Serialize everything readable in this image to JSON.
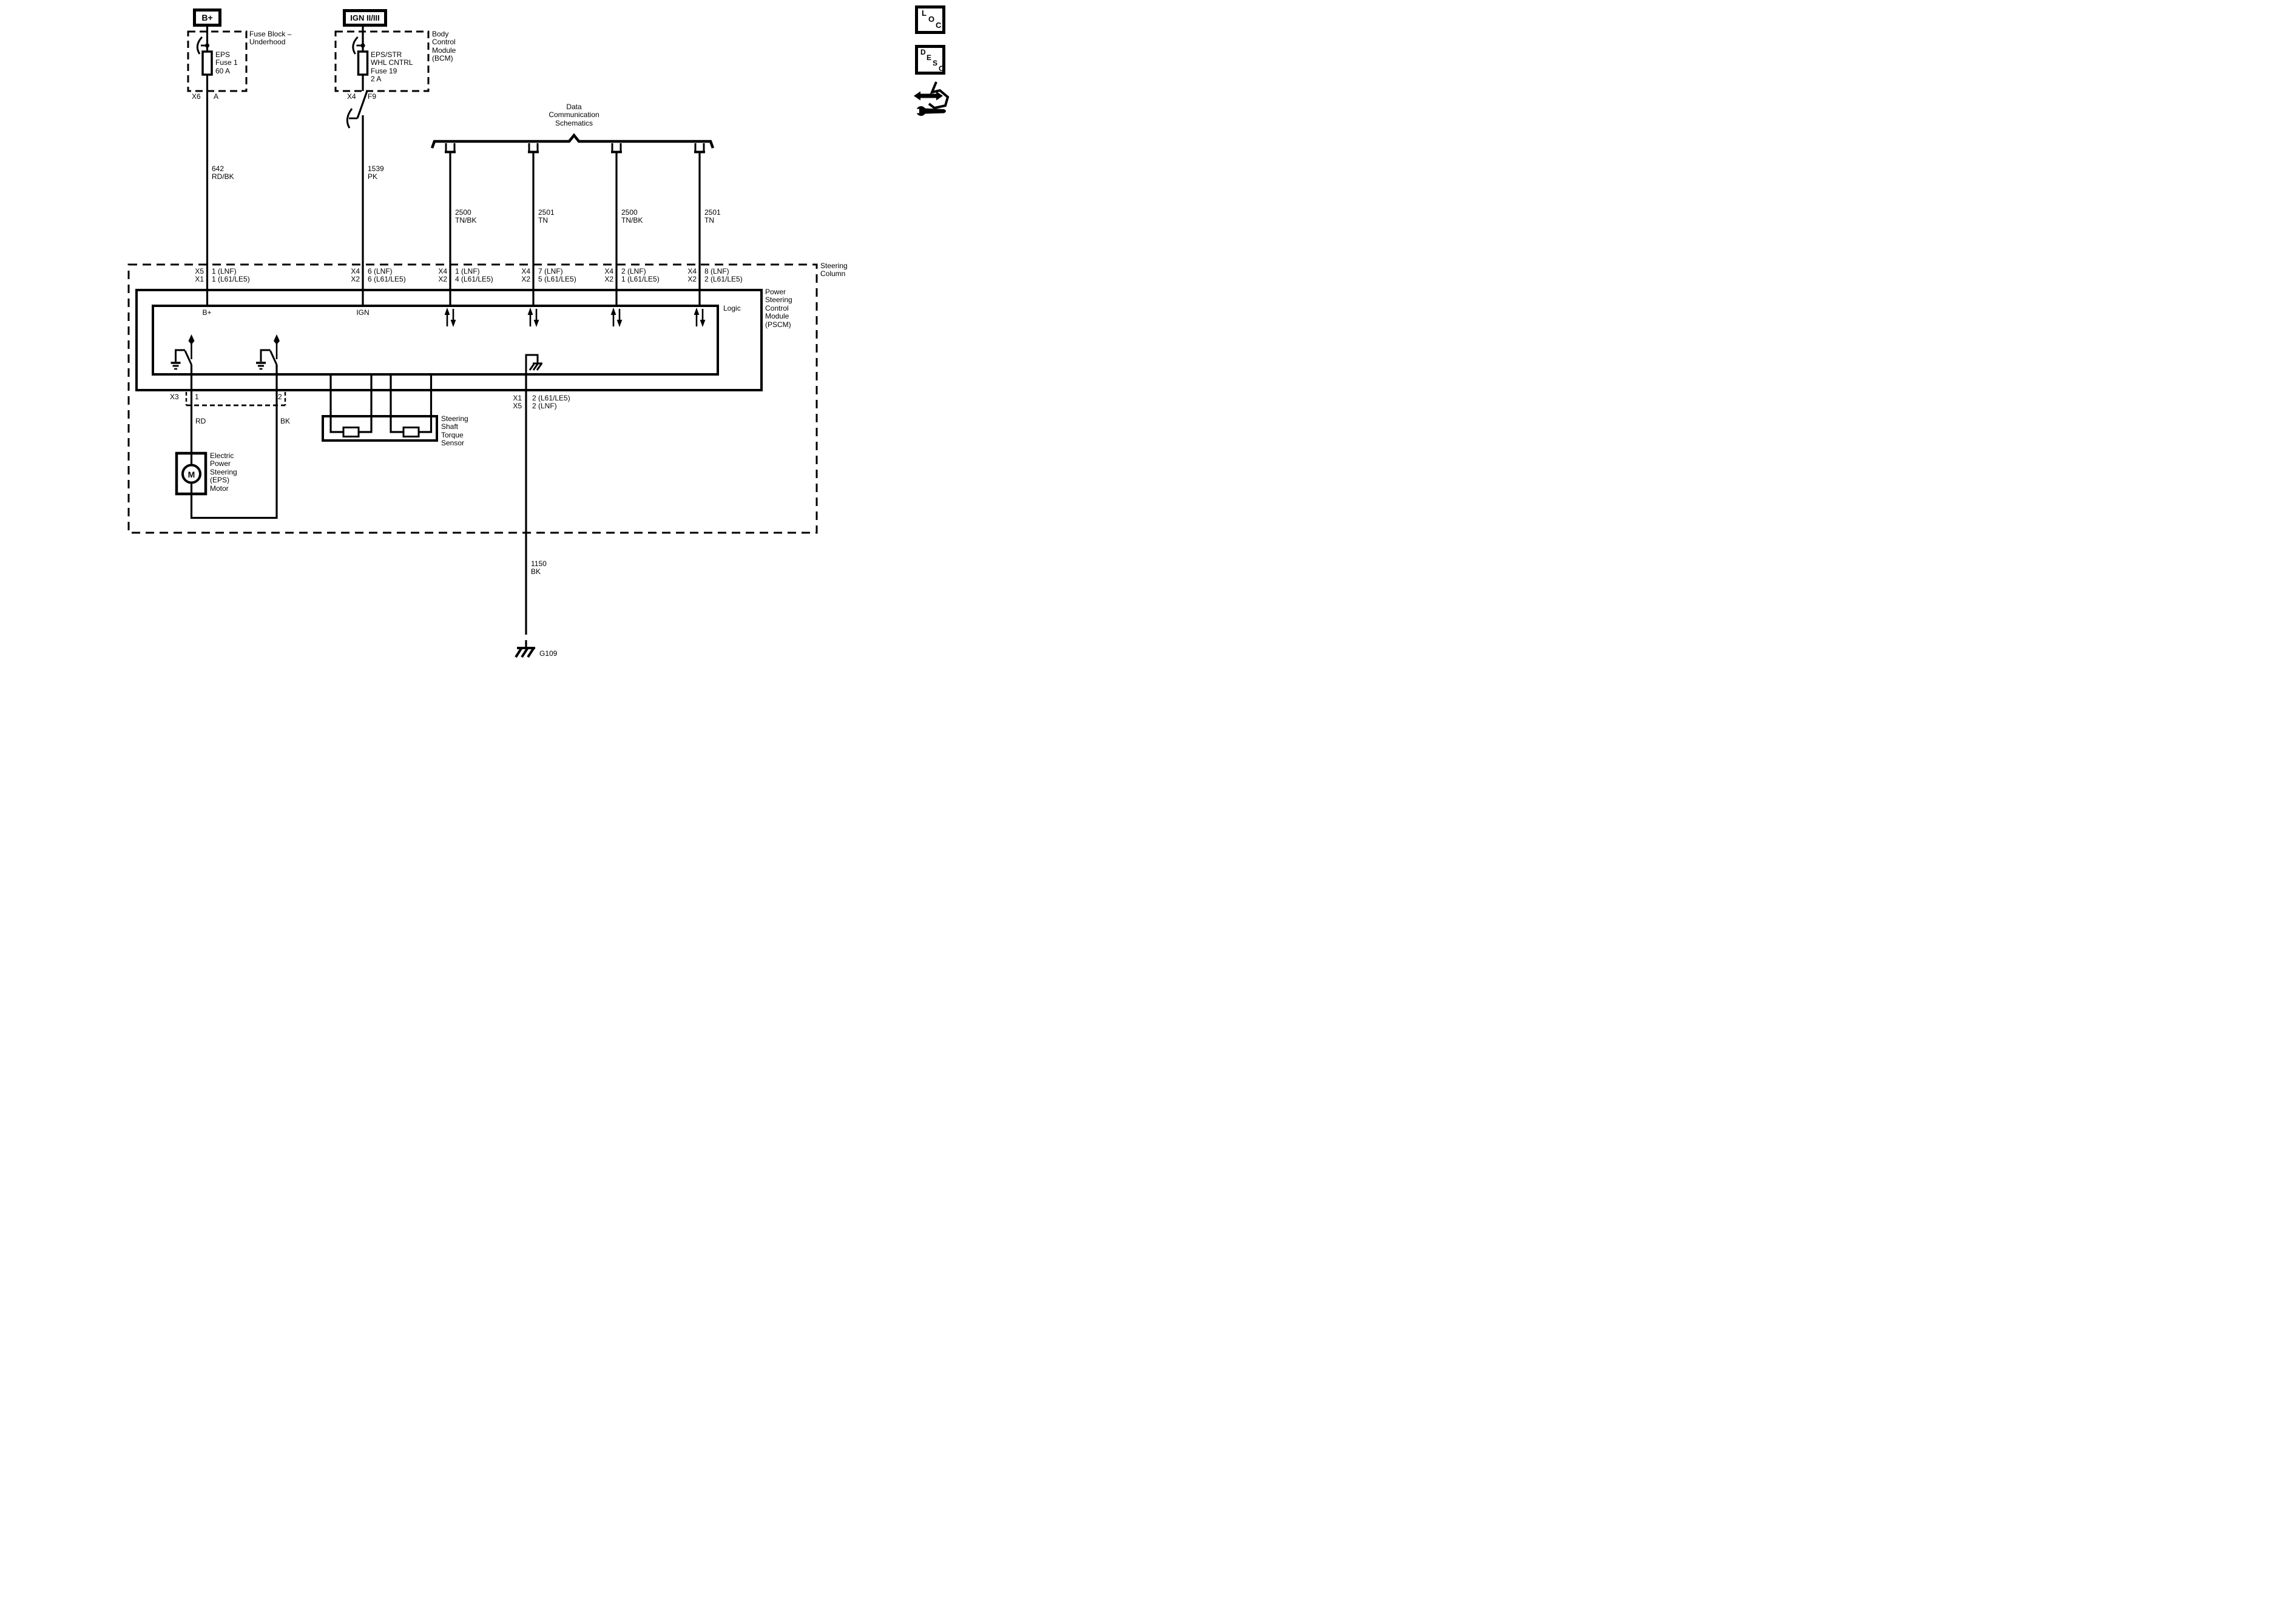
{
  "terminals": {
    "b_plus": "B+",
    "ign": "IGN II/III"
  },
  "fuse_block": {
    "title": "Fuse Block –\nUnderhood",
    "fuse": "EPS\nFuse 1\n60 A",
    "conn_left": "X6",
    "conn_right": "A",
    "wire": "642\nRD/BK"
  },
  "bcm": {
    "title": "Body\nControl\nModule\n(BCM)",
    "fuse": "EPS/STR\nWHL CNTRL\nFuse 19\n2 A",
    "conn_left": "X4",
    "conn_right": "F9",
    "wire": "1539\nPK"
  },
  "data_comm": {
    "title": "Data\nCommunication\nSchematics",
    "wires": [
      "2500\nTN/BK",
      "2501\nTN",
      "2500\nTN/BK",
      "2501\nTN"
    ]
  },
  "connector_row": [
    {
      "left": "X5\nX1",
      "right": "1 (LNF)\n1 (L61/LE5)"
    },
    {
      "left": "X4\nX2",
      "right": "6 (LNF)\n6 (L61/LE5)"
    },
    {
      "left": "X4\nX2",
      "right": "1 (LNF)\n4 (L61/LE5)"
    },
    {
      "left": "X4\nX2",
      "right": "7 (LNF)\n5 (L61/LE5)"
    },
    {
      "left": "X4\nX2",
      "right": "2 (LNF)\n1 (L61/LE5)"
    },
    {
      "left": "X4\nX2",
      "right": "8 (LNF)\n2 (L61/LE5)"
    }
  ],
  "steering_column": {
    "label": "Steering\nColumn"
  },
  "pscm": {
    "label": "Power\nSteering\nControl\nModule\n(PSCM)",
    "logic": "Logic",
    "b_plus": "B+",
    "ign": "IGN"
  },
  "x3": {
    "label": "X3",
    "pin1": "1",
    "pin2": "2",
    "wire1_color": "RD",
    "wire2_color": "BK"
  },
  "motor": {
    "label": "Electric\nPower\nSteering\n(EPS)\nMotor",
    "symbol": "M"
  },
  "torque_sensor": {
    "label": "Steering\nShaft\nTorque\nSensor"
  },
  "ground": {
    "conn_left": "X1\nX5",
    "conn_right": "2 (L61/LE5)\n2 (LNF)",
    "wire": "1150\nBK",
    "name": "G109"
  },
  "icons": {
    "loc_letters": [
      "L",
      "O",
      "C"
    ],
    "desc_letters": [
      "D",
      "E",
      "S",
      "C"
    ]
  }
}
